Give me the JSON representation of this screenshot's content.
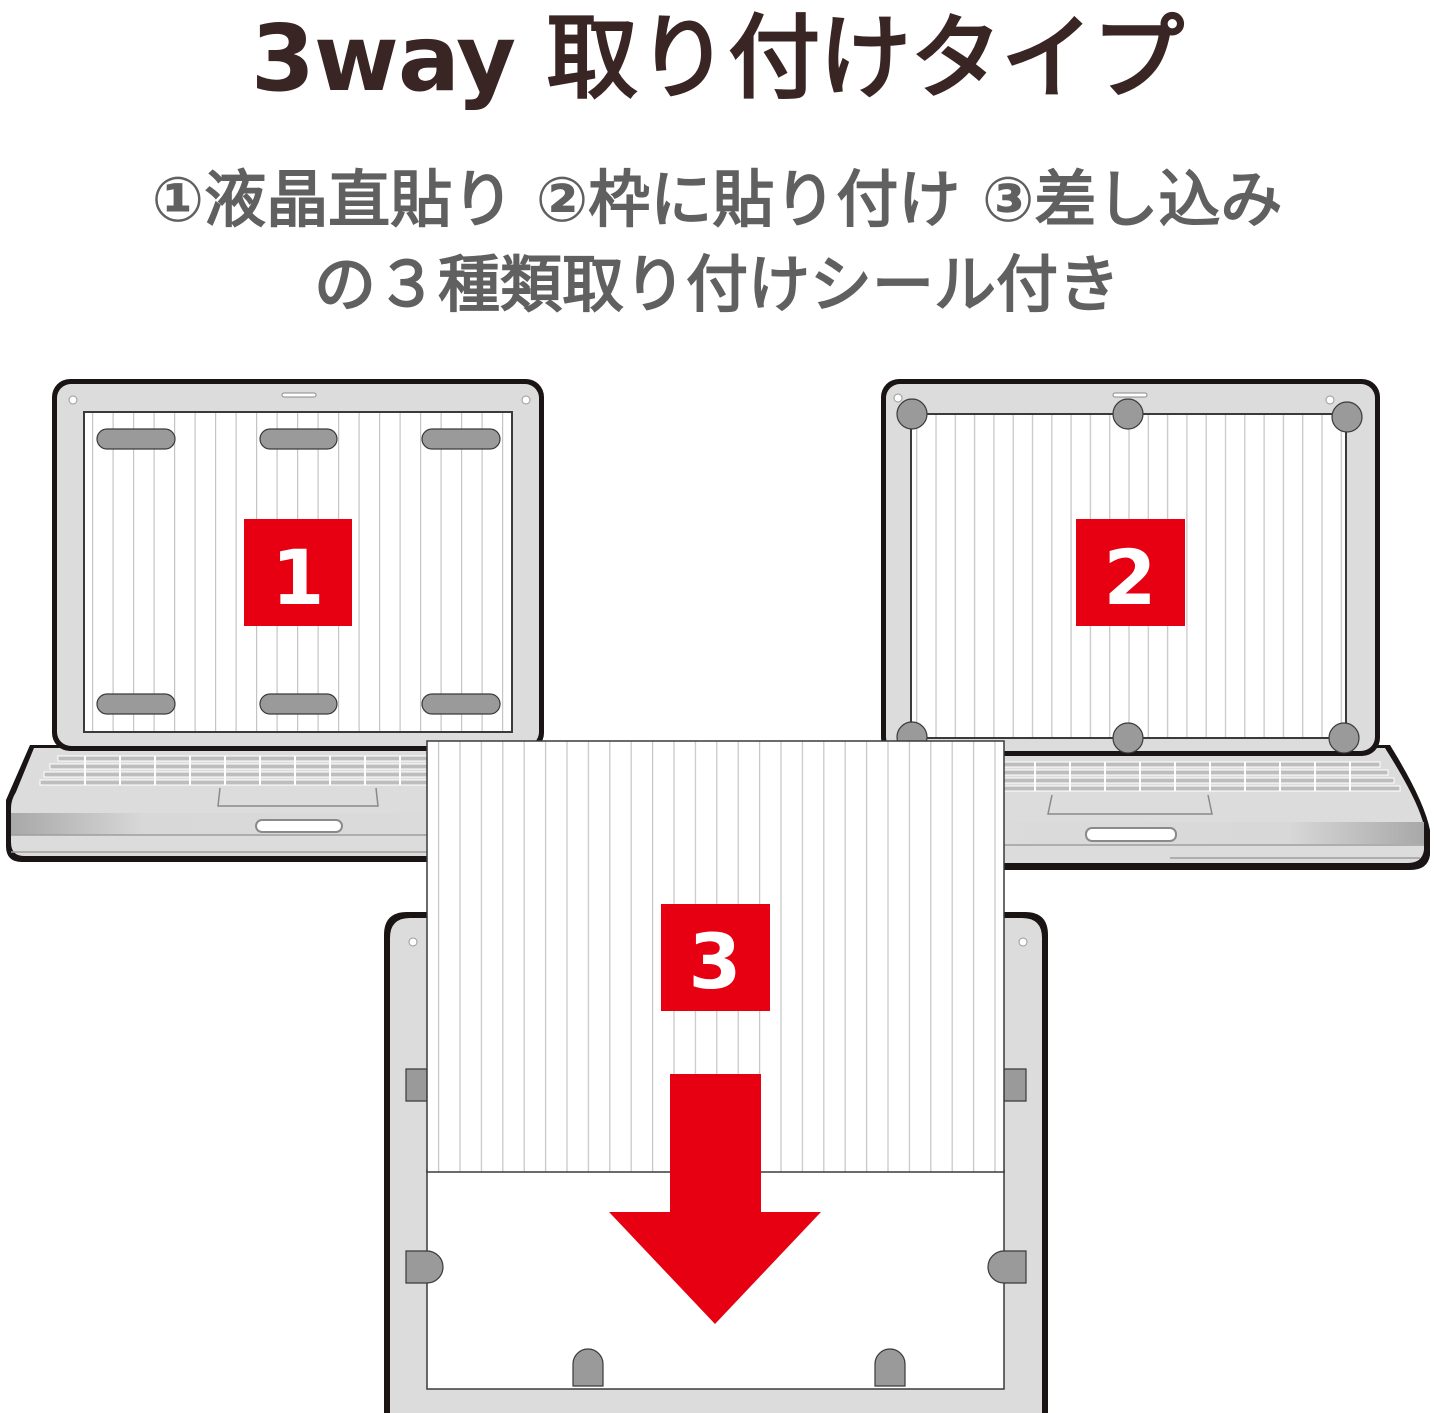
{
  "header": {
    "title": "3way 取り付けタイプ",
    "subtitle_line1": "①液晶直貼り ②枠に貼り付け ③差し込み",
    "subtitle_line2": "の３種類取り付けシール付き"
  },
  "methods": [
    {
      "number": "1",
      "label": "液晶直貼り",
      "attachment": "6 rounded strips on screen"
    },
    {
      "number": "2",
      "label": "枠に貼り付け",
      "attachment": "6 round dots on frame"
    },
    {
      "number": "3",
      "label": "差し込み",
      "attachment": "6 tabs, filter slides down"
    }
  ],
  "colors": {
    "accent_red": "#e60012",
    "title_text": "#3a2525",
    "subtitle_text": "#606060",
    "bezel": "#dcdcdc",
    "outline": "#1a1414",
    "sticker_gray": "#9a9a9a"
  },
  "icons": {
    "arrow": "arrow-down-icon"
  }
}
